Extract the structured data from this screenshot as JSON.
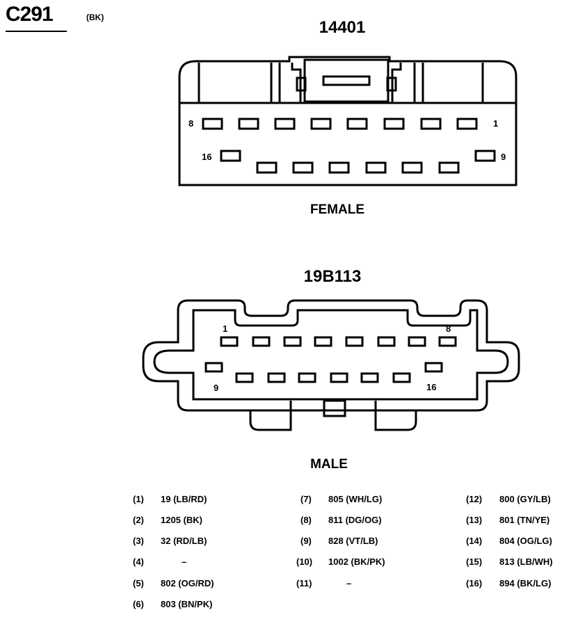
{
  "header": {
    "connector_id": "C291",
    "connector_color": "(BK)"
  },
  "female": {
    "part_number": "14401",
    "label": "FEMALE",
    "labels": {
      "p8": "8",
      "p1": "1",
      "p16": "16",
      "p9": "9"
    }
  },
  "male": {
    "part_number": "19B113",
    "label": "MALE",
    "labels": {
      "p1": "1",
      "p8": "8",
      "p9": "9",
      "p16": "16"
    }
  },
  "pins": [
    {
      "num": "(1)",
      "circuit": "19 (LB/RD)"
    },
    {
      "num": "(2)",
      "circuit": "1205 (BK)"
    },
    {
      "num": "(3)",
      "circuit": "32 (RD/LB)"
    },
    {
      "num": "(4)",
      "circuit": "–"
    },
    {
      "num": "(5)",
      "circuit": "802 (OG/RD)"
    },
    {
      "num": "(6)",
      "circuit": "803 (BN/PK)"
    },
    {
      "num": "(7)",
      "circuit": "805 (WH/LG)"
    },
    {
      "num": "(8)",
      "circuit": "811 (DG/OG)"
    },
    {
      "num": "(9)",
      "circuit": "828 (VT/LB)"
    },
    {
      "num": "(10)",
      "circuit": "1002 (BK/PK)"
    },
    {
      "num": "(11)",
      "circuit": "–"
    },
    {
      "num": "(12)",
      "circuit": "800 (GY/LB)"
    },
    {
      "num": "(13)",
      "circuit": "801 (TN/YE)"
    },
    {
      "num": "(14)",
      "circuit": "804 (OG/LG)"
    },
    {
      "num": "(15)",
      "circuit": "813 (LB/WH)"
    },
    {
      "num": "(16)",
      "circuit": "894 (BK/LG)"
    }
  ]
}
